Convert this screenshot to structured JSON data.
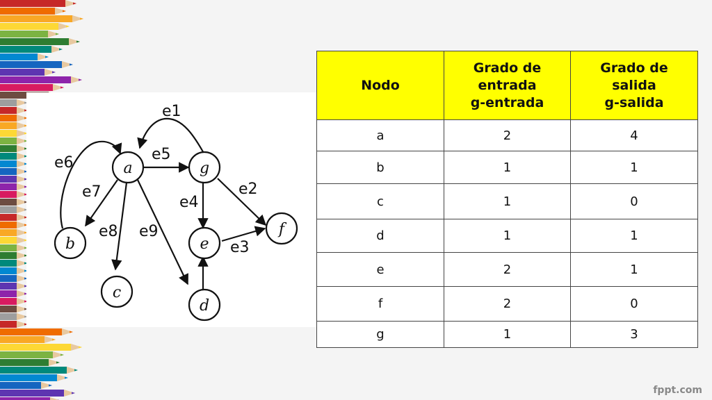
{
  "graph": {
    "nodes": [
      "a",
      "b",
      "c",
      "d",
      "e",
      "f",
      "g"
    ],
    "edges": [
      "e1",
      "e2",
      "e3",
      "e4",
      "e5",
      "e6",
      "e7",
      "e8",
      "e9"
    ]
  },
  "table": {
    "header_col1": "Nodo",
    "header_col2": [
      "Grado de",
      "entrada",
      "g-entrada"
    ],
    "header_col3": [
      "Grado de",
      "salida",
      "g-salida"
    ],
    "rows": [
      [
        "a",
        "2",
        "4"
      ],
      [
        "b",
        "1",
        "1"
      ],
      [
        "c",
        "1",
        "0"
      ],
      [
        "d",
        "1",
        "1"
      ],
      [
        "e",
        "2",
        "1"
      ],
      [
        "f",
        "2",
        "0"
      ],
      [
        "g",
        "1",
        "3"
      ]
    ]
  },
  "footer": "fppt.com",
  "colors": {
    "header_bg": "#ffff00"
  }
}
